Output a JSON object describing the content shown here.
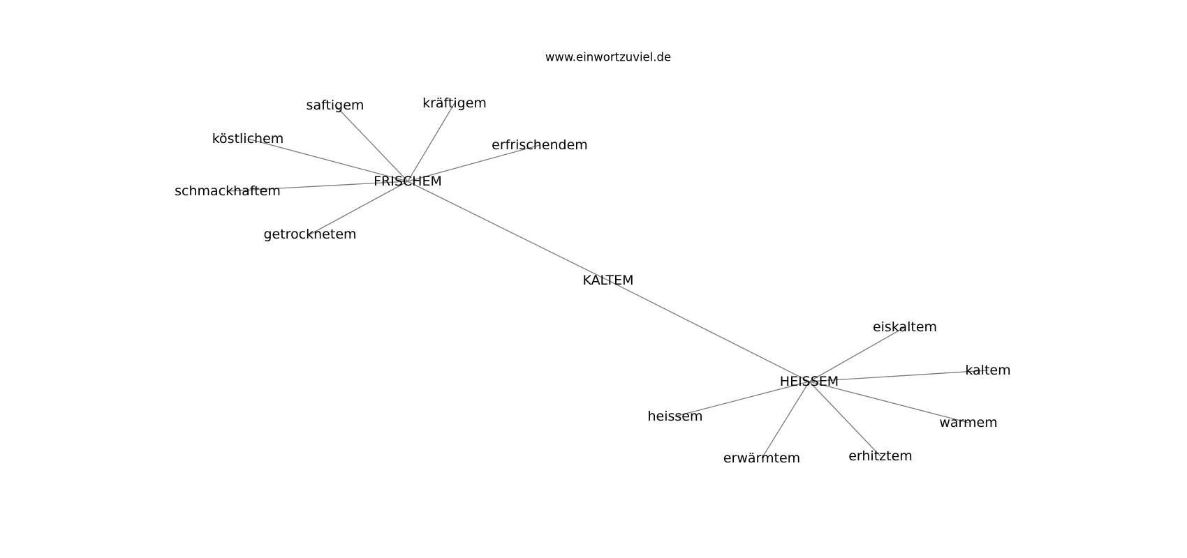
{
  "site": "www.einwortzuviel.de",
  "nodes": {
    "frischem": "FRISCHEM",
    "kaltem_center": "KALTEM",
    "heissem_hub": "HEISSEM",
    "saftigem": "saftigem",
    "kraeftigem": "kräftigem",
    "koestlichem": "köstlichem",
    "erfrischendem": "erfrischendem",
    "schmackhaftem": "schmackhaftem",
    "getrocknetem": "getrocknetem",
    "eiskaltem": "eiskaltem",
    "kaltem": "kaltem",
    "heissem": "heissem",
    "warmem": "warmem",
    "erwaermtem": "erwärmtem",
    "erhitztem": "erhitztem"
  },
  "edges": [
    [
      "frischem",
      "kaltem_center"
    ],
    [
      "kaltem_center",
      "heissem_hub"
    ],
    [
      "frischem",
      "saftigem"
    ],
    [
      "frischem",
      "kraeftigem"
    ],
    [
      "frischem",
      "koestlichem"
    ],
    [
      "frischem",
      "erfrischendem"
    ],
    [
      "frischem",
      "schmackhaftem"
    ],
    [
      "frischem",
      "getrocknetem"
    ],
    [
      "heissem_hub",
      "eiskaltem"
    ],
    [
      "heissem_hub",
      "kaltem"
    ],
    [
      "heissem_hub",
      "heissem"
    ],
    [
      "heissem_hub",
      "warmem"
    ],
    [
      "heissem_hub",
      "erwaermtem"
    ],
    [
      "heissem_hub",
      "erhitztem"
    ]
  ]
}
